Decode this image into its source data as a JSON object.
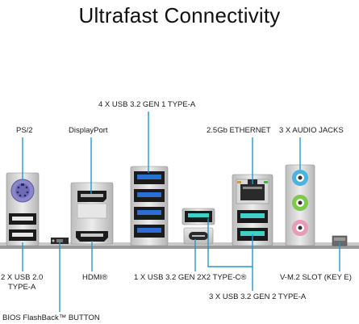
{
  "title": "Ultrafast Connectivity",
  "labels": {
    "usb_gen1": "4 X USB 3.2 GEN 1 TYPE-A",
    "ps2": "PS/2",
    "displayport": "DisplayPort",
    "ethernet": "2.5Gb ETHERNET",
    "audio": "3 X AUDIO JACKS",
    "usb20_line1": "2 X USB 2.0",
    "usb20_line2": "TYPE-A",
    "hdmi": "HDMI®",
    "usb_2x2": "1 X USB 3.2 GEN 2X2 TYPE-C®",
    "vm2": "V-M.2 SLOT (KEY E)",
    "usb_gen2": "3 X USB 3.2 GEN 2 TYPE-A",
    "bios": "BIOS FlashBack™ BUTTON"
  },
  "colors": {
    "callout_line": "#1f9bc9",
    "usb3_blue": "#2b6fd4",
    "usb_teal": "#3fd0c8",
    "audio_blue": "#4ab3e0",
    "audio_green": "#7ec94a",
    "audio_pink": "#e89ab8",
    "ps2_purple": "#8a86c9",
    "port_silver": "#cfcfcf"
  },
  "icons": {
    "ps2": "ps2-port-icon",
    "usb": "usb-port-icon",
    "displayport": "displayport-icon",
    "hdmi": "hdmi-port-icon",
    "usbc": "usb-c-port-icon",
    "ethernet": "ethernet-port-icon",
    "audio": "audio-jack-icon",
    "bios_button": "bios-flashback-button-icon",
    "m2_slot": "m2-slot-icon"
  }
}
